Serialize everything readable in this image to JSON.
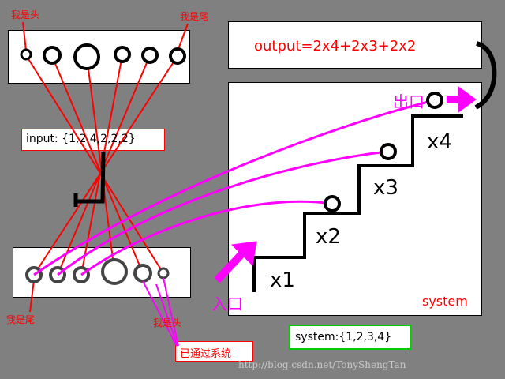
{
  "top_queue": {
    "head_label": "我是头",
    "tail_label": "我是尾"
  },
  "bottom_queue": {
    "tail_label": "我是尾",
    "head_label": "我是头",
    "passed_label": "已通过系统"
  },
  "input_label": "input: {1,2,4,2,2,2}",
  "output_label": "output=2x4+2x3+2x2",
  "system": {
    "name": "system",
    "entry_label": "入口",
    "exit_label": "出口",
    "steps": [
      "x1",
      "x2",
      "x3",
      "x4"
    ],
    "spec_label": "system:{1,2,3,4}"
  },
  "watermark": "http://blog.csdn.net/TonyShengTan",
  "colors": {
    "background": "#808080",
    "red": "#ff0000",
    "magenta": "#ff00ff",
    "green": "#00cc00",
    "dark_circle": "#444444"
  }
}
